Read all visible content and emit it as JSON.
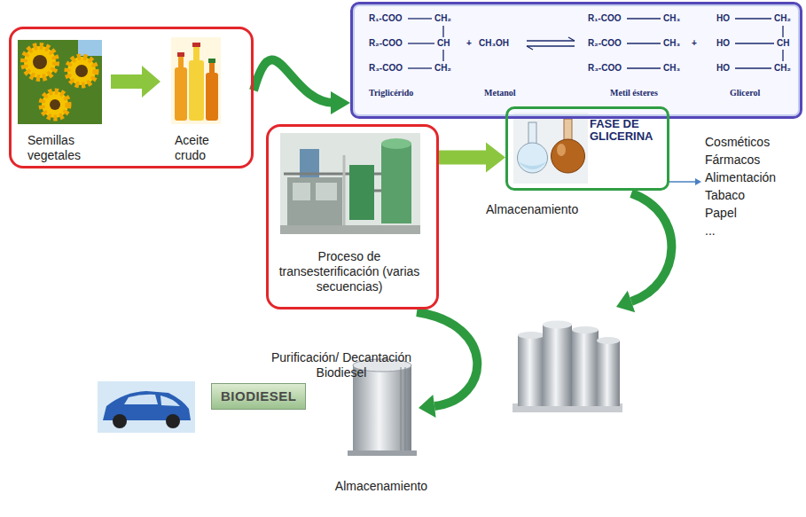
{
  "diagram": {
    "nodes": [
      {
        "text": [
          "Semillas vegetales",
          "Aceite crudo"
        ]
      },
      {
        "text": [
          "R₁-COO",
          "CH₂",
          "R₁-COO",
          "CH₃",
          "HO",
          "CH₂",
          "R₂-COO",
          "CH",
          "+",
          "CH₃OH",
          "R₂-COO",
          "CH₃",
          "+",
          "HO",
          "CH",
          "R₃-COO",
          "CH₂",
          "R₃-COO",
          "CH₃",
          "HO",
          "CH₂",
          "Triglicérido",
          "Metanol",
          "Metil ésteres",
          "Glicerol"
        ]
      },
      {
        "text": [
          "Proceso de transesterificación (varias secuencias)"
        ]
      },
      {
        "text": [
          "FASE DE GLICERINA"
        ]
      },
      {
        "text": [
          "BIODIESEL"
        ]
      }
    ],
    "edges": [
      {
        "from": 0,
        "to": 1,
        "arrow": "to"
      },
      {
        "from": 2,
        "to": 3,
        "arrow": "to"
      }
    ],
    "labels": [
      "Cosméticos",
      "Fármacos",
      "Alimentación",
      "Tabaco",
      "Papel",
      "...",
      "Almacenamiento",
      "Purificación/ Decantación Biodiesel",
      "Almacenamiento"
    ]
  }
}
